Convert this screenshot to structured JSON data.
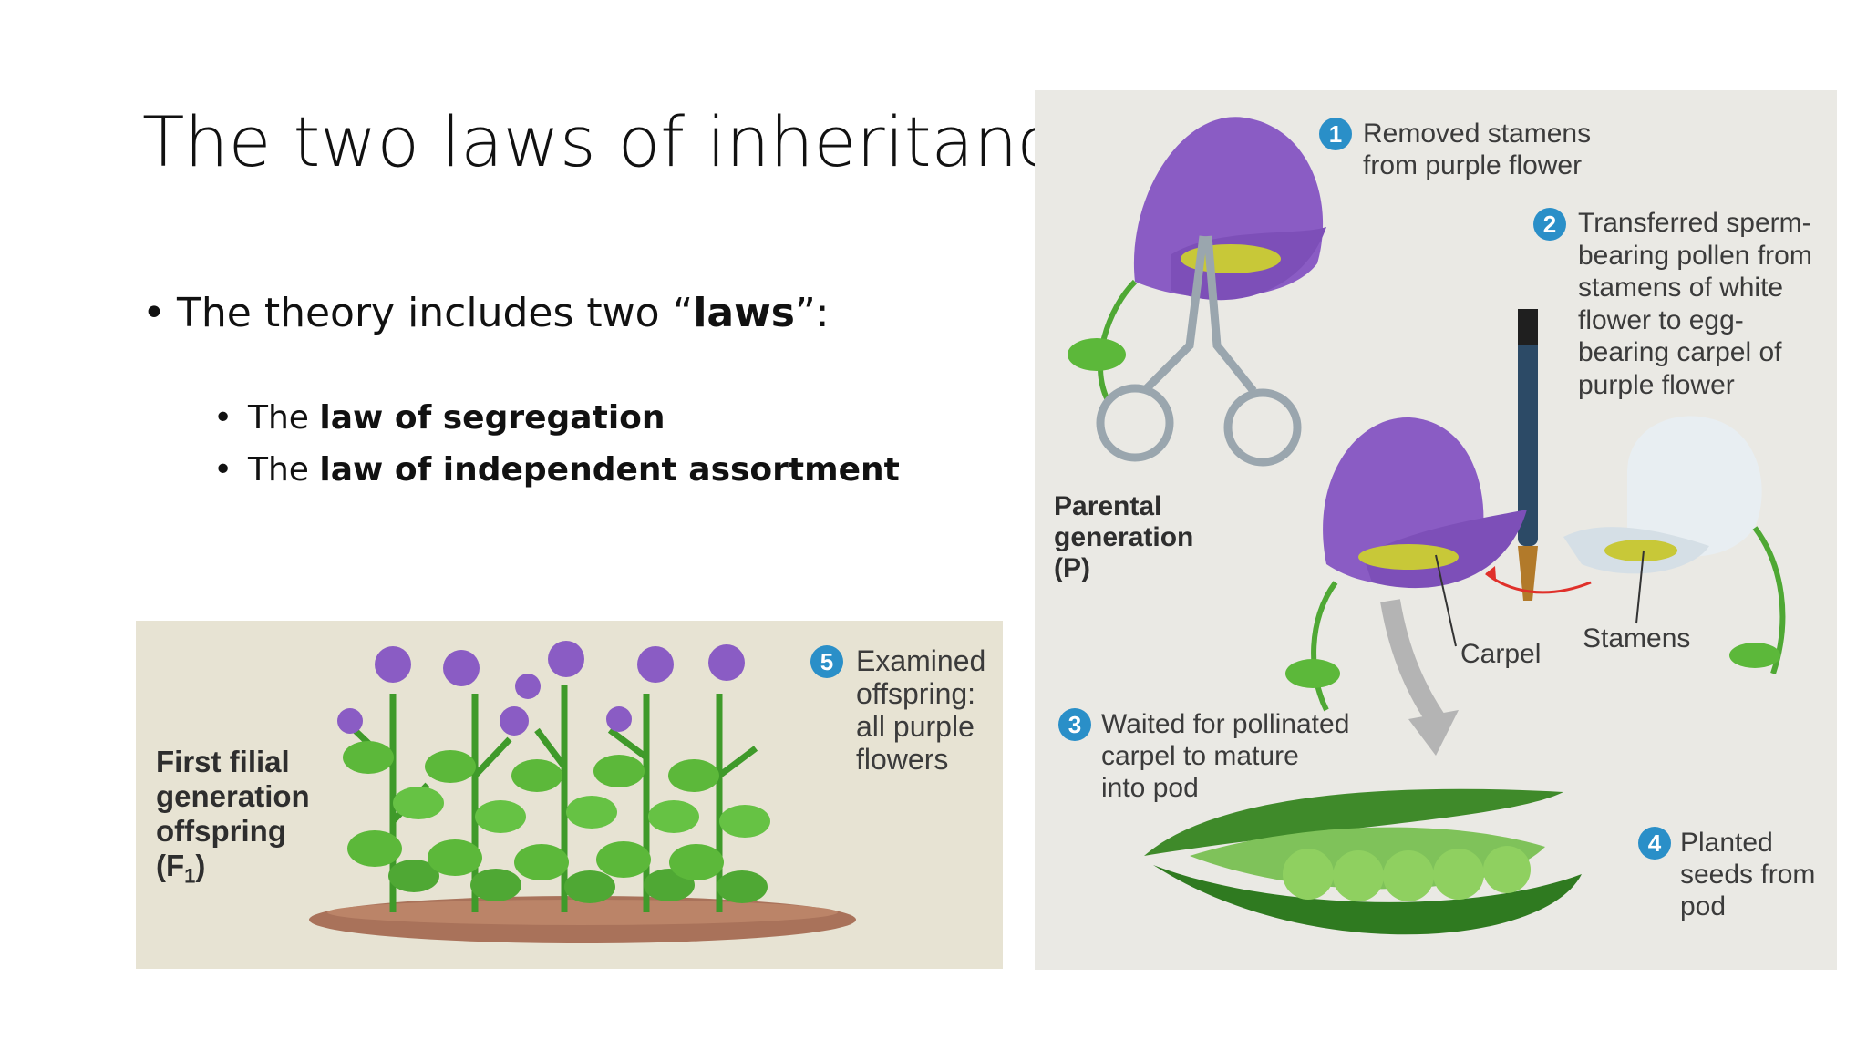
{
  "slide": {
    "title": "The two laws of inheritance",
    "bullet_main": {
      "prefix": "The theory includes two “",
      "bold": "laws",
      "suffix": "”:"
    },
    "sub_bullets": [
      {
        "prefix": "The ",
        "bold": "law of segregation"
      },
      {
        "prefix": "The ",
        "bold": "law of independent assortment"
      }
    ]
  },
  "f1_figure": {
    "label_line1": "First filial",
    "label_line2": "generation",
    "label_line3": "offspring",
    "label_line4_prefix": "(F",
    "label_line4_sub": "1",
    "label_line4_suffix": ")",
    "step5_num": "5",
    "step5_lines": [
      "Examined",
      "offspring:",
      "all purple",
      "flowers"
    ]
  },
  "p_figure": {
    "step1_num": "1",
    "step1_lines": [
      "Removed stamens",
      "from purple flower"
    ],
    "step2_num": "2",
    "step2_lines": [
      "Transferred sperm-",
      "bearing pollen from",
      "stamens of white",
      "flower to egg-",
      "bearing carpel of",
      "purple flower"
    ],
    "step3_num": "3",
    "step3_lines": [
      "Waited for pollinated",
      "carpel to mature",
      "into pod"
    ],
    "step4_num": "4",
    "step4_lines": [
      "Planted",
      "seeds from",
      "pod"
    ],
    "parental_lines": [
      "Parental",
      "generation",
      "(P)"
    ],
    "carpel_label": "Carpel",
    "stamens_label": "Stamens"
  },
  "colors": {
    "purple": "#8a5cc4",
    "leaf_green": "#5cb83a",
    "step_blue": "#2a8fc8",
    "f1_bg": "#e7e3d3",
    "p_bg": "#eae9e4"
  }
}
